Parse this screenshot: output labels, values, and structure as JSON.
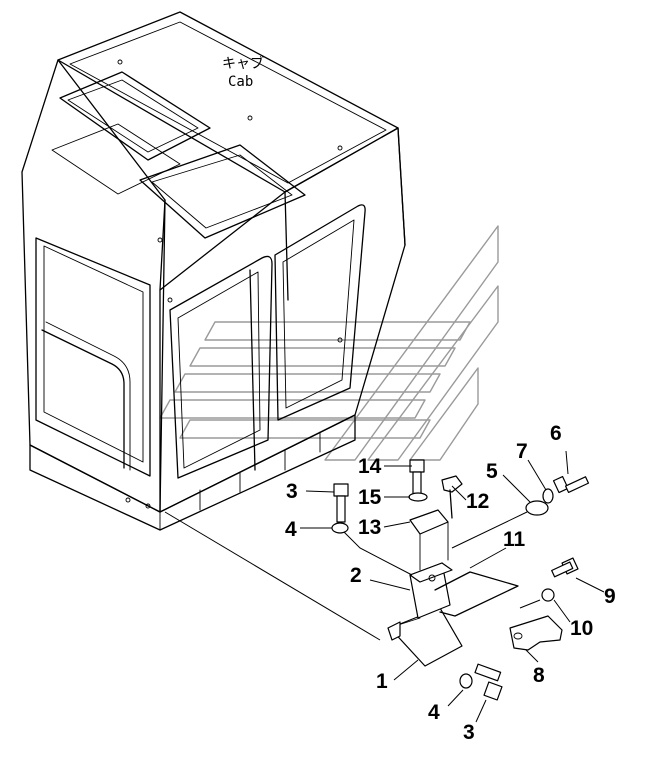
{
  "cab_label": {
    "jp": "キャブ",
    "en": "Cab"
  },
  "callouts": [
    {
      "id": "c1",
      "text": "1"
    },
    {
      "id": "c2",
      "text": "2"
    },
    {
      "id": "c3a",
      "text": "3"
    },
    {
      "id": "c3b",
      "text": "3"
    },
    {
      "id": "c4a",
      "text": "4"
    },
    {
      "id": "c4b",
      "text": "4"
    },
    {
      "id": "c5",
      "text": "5"
    },
    {
      "id": "c6",
      "text": "6"
    },
    {
      "id": "c7",
      "text": "7"
    },
    {
      "id": "c8",
      "text": "8"
    },
    {
      "id": "c9",
      "text": "9"
    },
    {
      "id": "c10",
      "text": "10"
    },
    {
      "id": "c11",
      "text": "11"
    },
    {
      "id": "c12",
      "text": "12"
    },
    {
      "id": "c13",
      "text": "13"
    },
    {
      "id": "c14",
      "text": "14"
    },
    {
      "id": "c15",
      "text": "15"
    }
  ]
}
